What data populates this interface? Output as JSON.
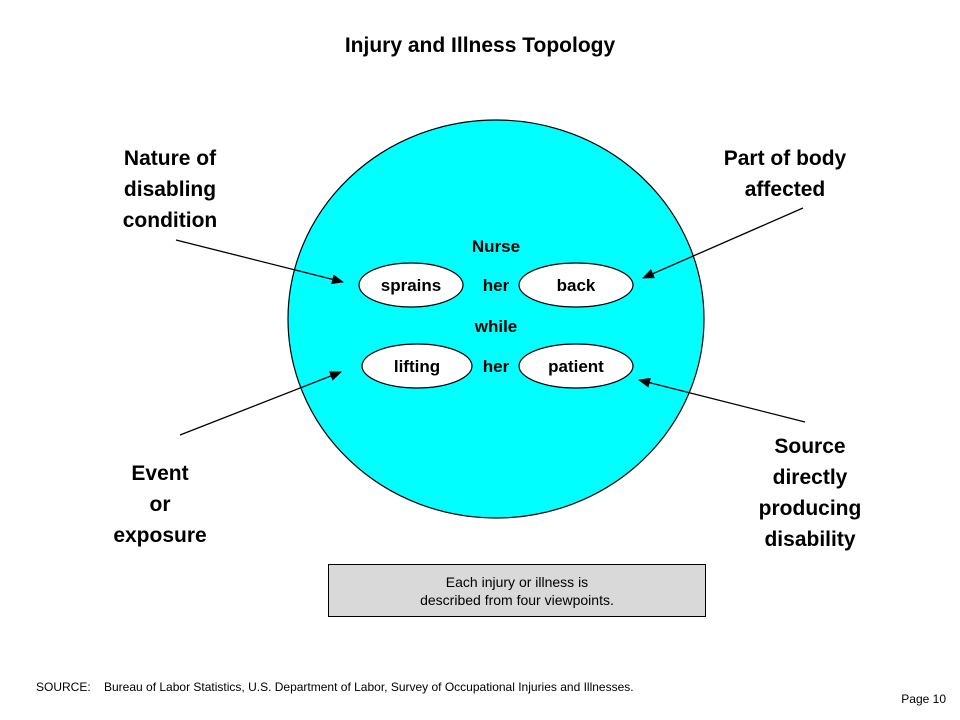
{
  "title": "Injury and Illness Topology",
  "labels": {
    "nature": "Nature of\ndisabling\ncondition",
    "part_of_body": "Part of body\naffected",
    "event": "Event\nor\nexposure",
    "source": "Source\ndirectly\nproducing\ndisability"
  },
  "ellipse_text": {
    "nurse": "Nurse",
    "sprains": "sprains",
    "her1": "her",
    "back": "back",
    "while": "while",
    "lifting": "lifting",
    "her2": "her",
    "patient": "patient"
  },
  "note": {
    "line1": "Each injury or illness is",
    "line2": "described from four viewpoints."
  },
  "footer": {
    "source_label": "SOURCE:",
    "source_text": "Bureau of Labor Statistics, U.S. Department of Labor, Survey of Occupational Injuries and Illnesses.",
    "page": "Page 10"
  },
  "colors": {
    "ellipse_fill": "#00ffff",
    "note_fill": "#d9d9d9"
  }
}
